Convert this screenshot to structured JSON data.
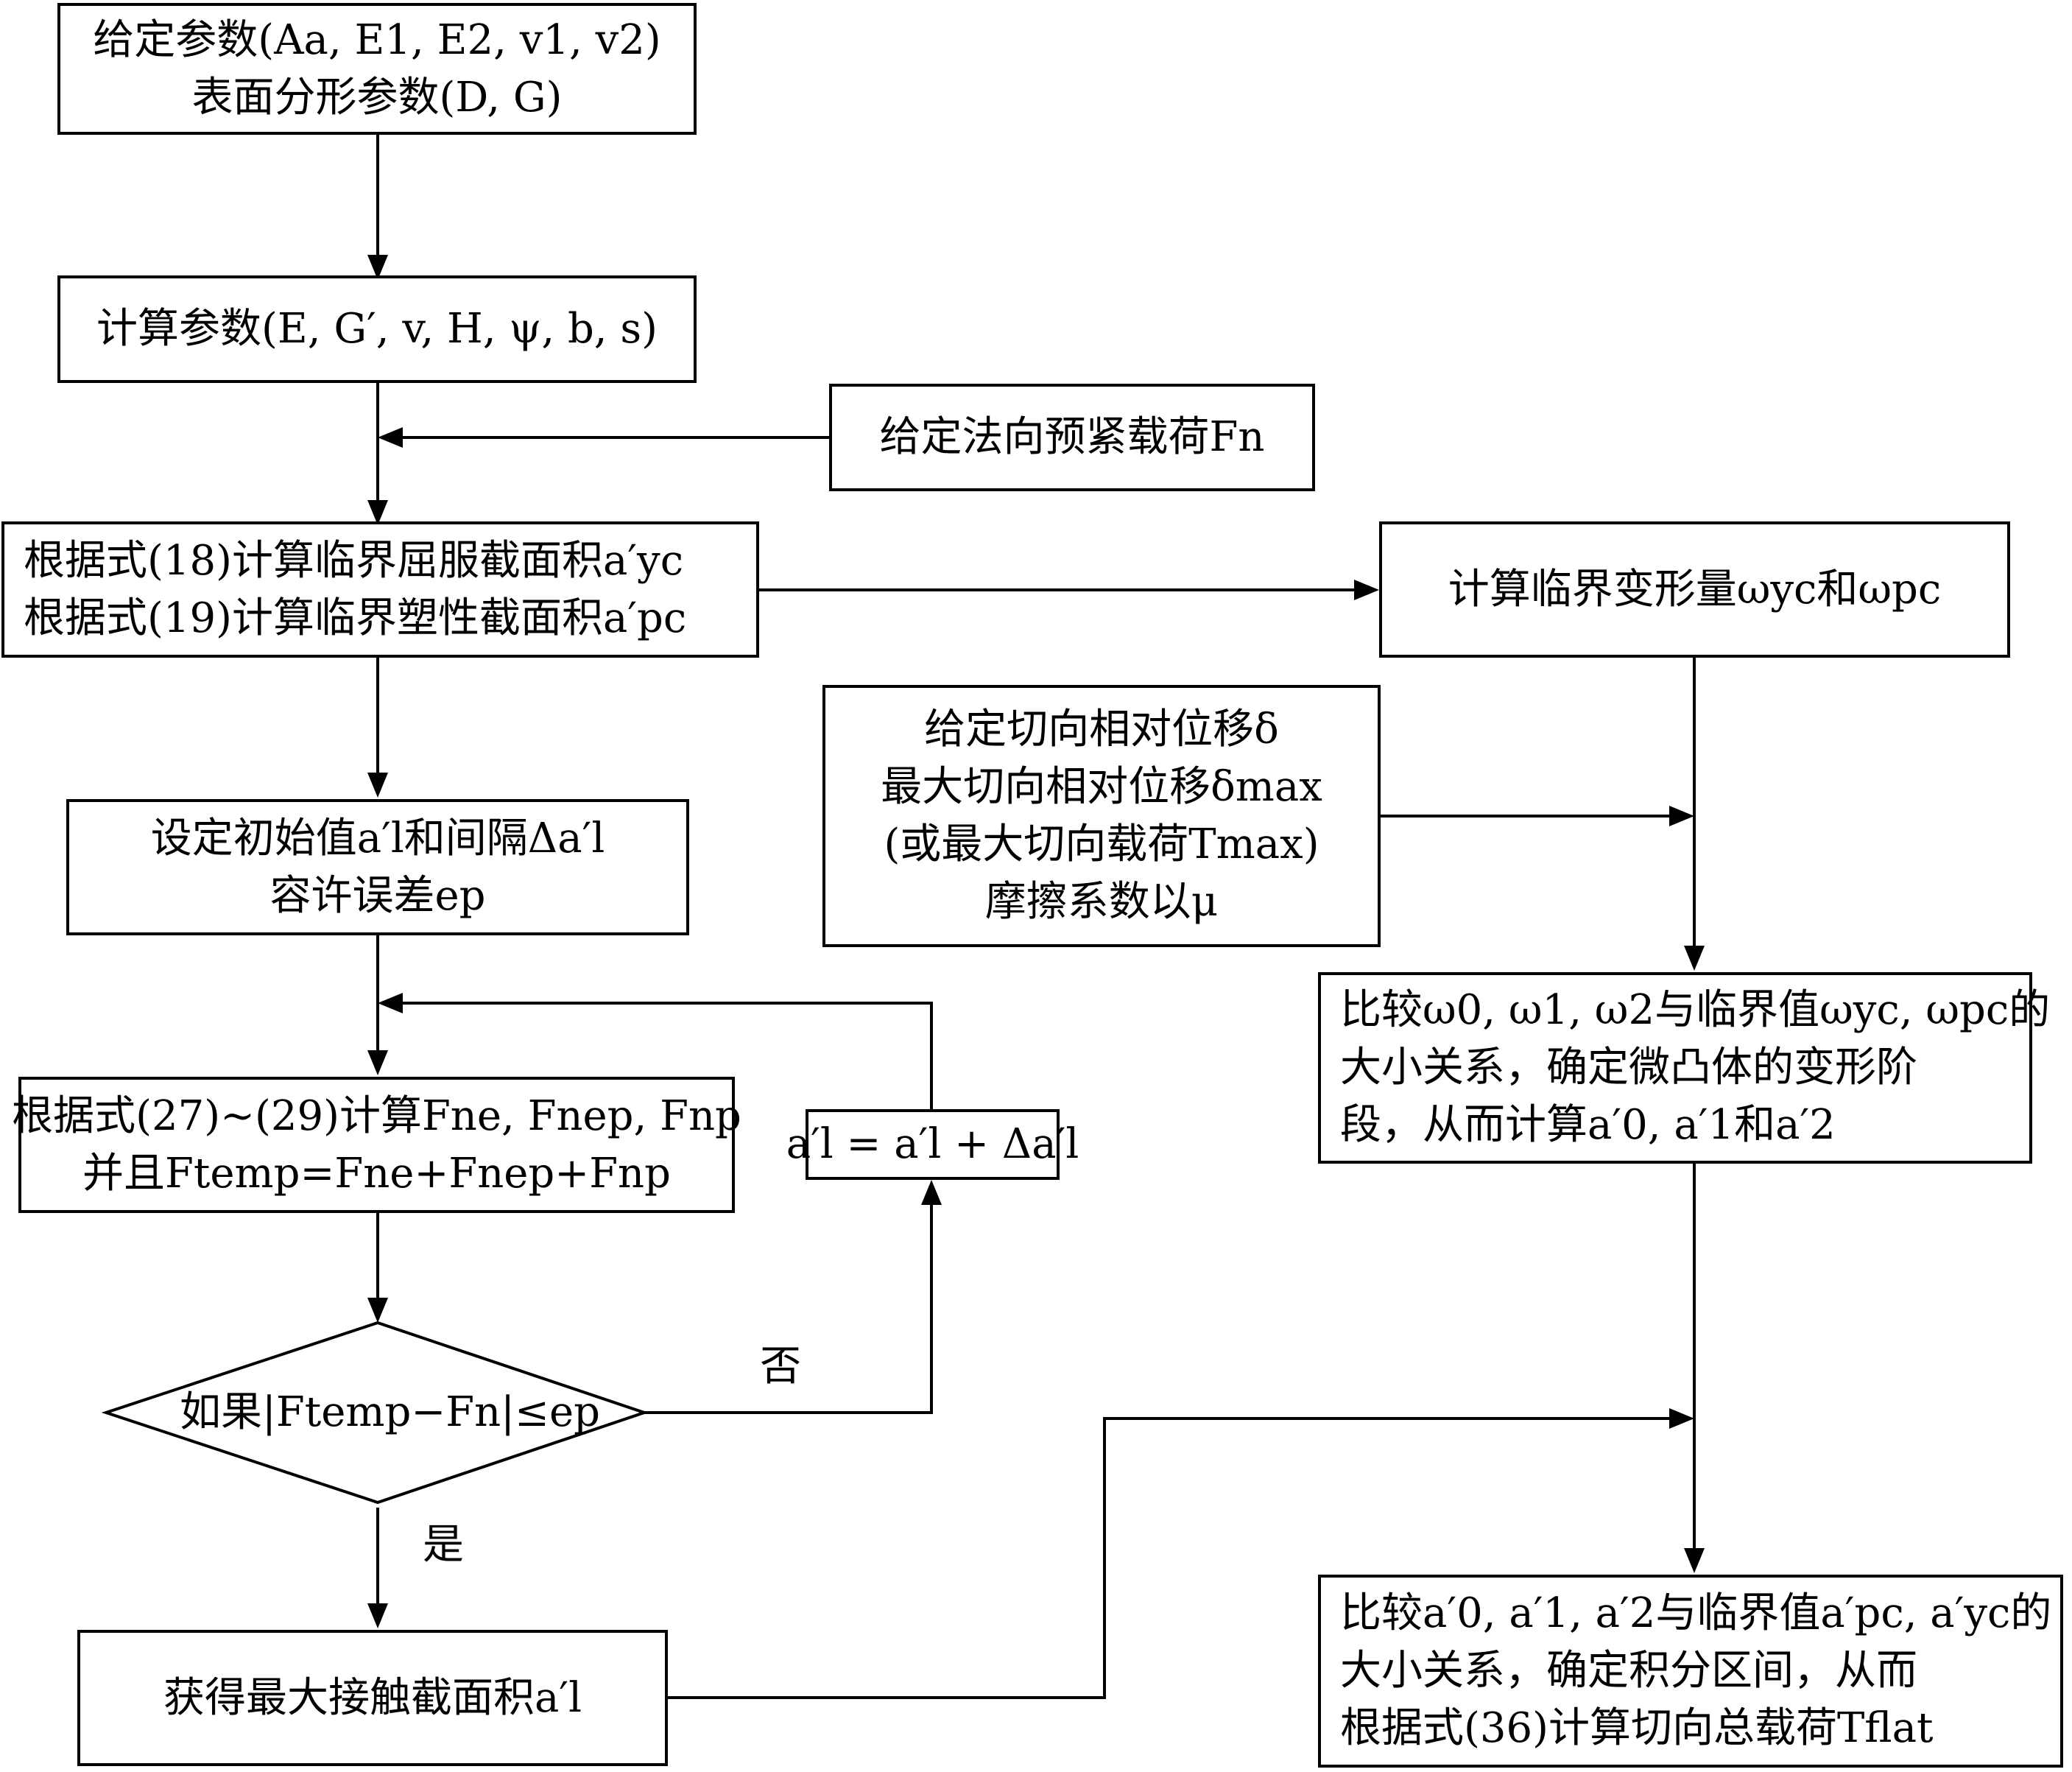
{
  "nodes": {
    "given_params": {
      "line1": "给定参数(Aa, E1, E2, v1, v2)",
      "line2": "表面分形参数(D, G)"
    },
    "calc_params": {
      "line1": "计算参数(E, G′, v, H, ψ, b, s)"
    },
    "normal_load": {
      "line1": "给定法向预紧载荷Fn"
    },
    "critical_areas": {
      "line1": "根据式(18)计算临界屈服截面积a′yc",
      "line2": "根据式(19)计算临界塑性截面积a′pc"
    },
    "critical_deform": {
      "line1": "计算临界变形量ωyc和ωpc"
    },
    "tangential_input": {
      "line1": "给定切向相对位移δ",
      "line2": "最大切向相对位移δmax",
      "line3": "(或最大切向载荷Tmax)",
      "line4": "摩擦系数以μ"
    },
    "init_values": {
      "line1": "设定初始值a′l和间隔Δa′l",
      "line2": "容许误差ep"
    },
    "compute_forces": {
      "line1": "根据式(27)~(29)计算Fne, Fnep, Fnp",
      "line2": "并且Ftemp=Fne+Fnep+Fnp"
    },
    "update_a": {
      "line1": "a′l = a′l + Δa′l"
    },
    "decision": {
      "line1": "如果|Ftemp−Fn|≤ep"
    },
    "max_area": {
      "line1": "获得最大接触截面积a′l"
    },
    "compare_omega": {
      "line1": "比较ω0, ω1, ω2与临界值ωyc, ωpc的",
      "line2": "大小关系，确定微凸体的变形阶",
      "line3": "段，从而计算a′0, a′1和a′2"
    },
    "compare_a": {
      "line1": "比较a′0, a′1, a′2与临界值a′pc, a′yc的",
      "line2": "大小关系，确定积分区间，从而",
      "line3": "根据式(36)计算切向总载荷Tflat"
    }
  },
  "edge_labels": {
    "no": "否",
    "yes": "是"
  }
}
